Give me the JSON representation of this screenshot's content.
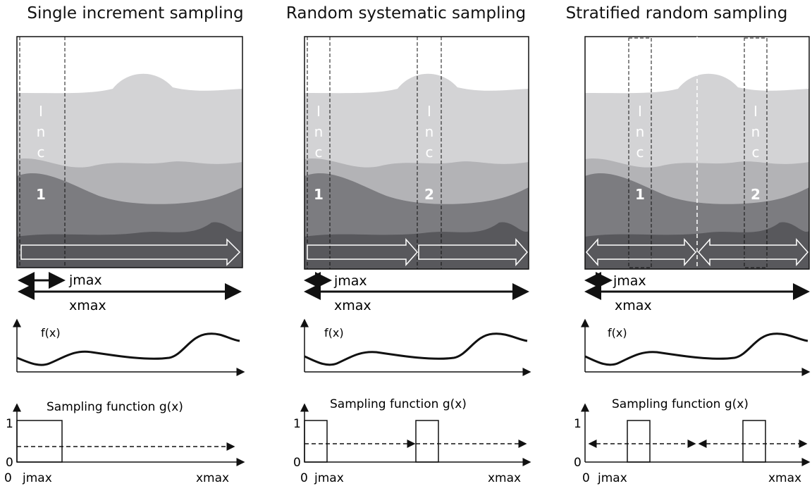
{
  "panels": [
    {
      "title": "Single increment sampling",
      "inc_word": "I n c",
      "inc_numbers": [
        "1"
      ],
      "jmax_label": "jmax",
      "xmax_label": "xmax",
      "fx_label": "f(x)",
      "g_title": "Sampling function g(x)",
      "g_y1": "1",
      "g_y0": "0",
      "g_x0": "0",
      "g_xjmax": "jmax",
      "g_xmax": "xmax"
    },
    {
      "title": "Random systematic sampling",
      "inc_word": "I n c",
      "inc_numbers": [
        "1",
        "2"
      ],
      "jmax_label": "jmax",
      "xmax_label": "xmax",
      "fx_label": "f(x)",
      "g_title": "Sampling function g(x)",
      "g_y1": "1",
      "g_y0": "0",
      "g_x0": "0",
      "g_xjmax": "jmax",
      "g_xmax": "xmax"
    },
    {
      "title": "Stratified random sampling",
      "inc_word": "I n c",
      "inc_numbers": [
        "1",
        "2"
      ],
      "jmax_label": "jmax",
      "xmax_label": "xmax",
      "fx_label": "f(x)",
      "g_title": "Sampling function g(x)",
      "g_y1": "1",
      "g_y0": "0",
      "g_x0": "0",
      "g_xjmax": "jmax",
      "g_xmax": "xmax"
    }
  ],
  "colors": {
    "layer_light": "#d3d3d5",
    "layer_mid": "#b3b3b6",
    "layer_dark": "#7c7c80",
    "layer_darkest": "#58585c",
    "line": "#111111"
  }
}
